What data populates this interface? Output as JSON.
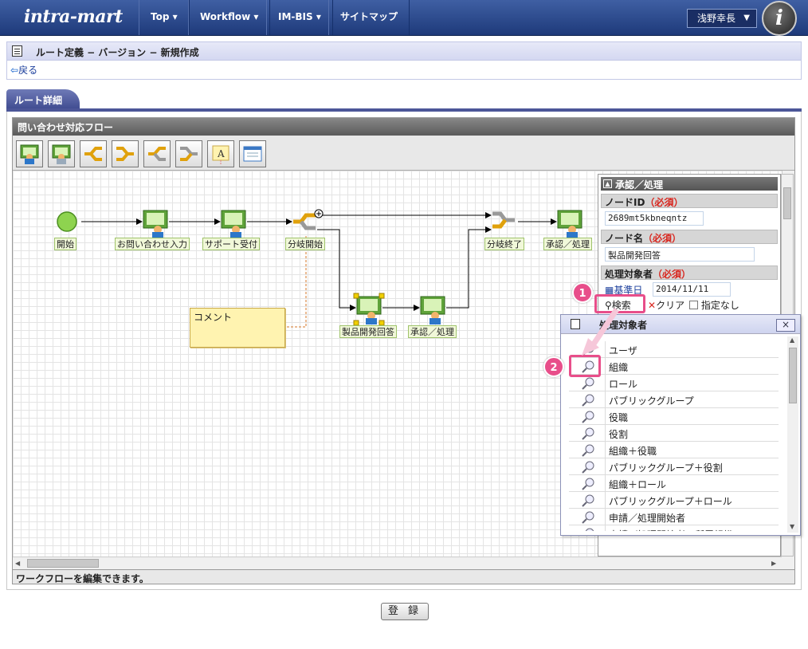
{
  "nav": {
    "logo": "intra-mart",
    "items": [
      {
        "label": "Top",
        "dropdown": true
      },
      {
        "label": "Workflow",
        "dropdown": true
      },
      {
        "label": "IM-BIS",
        "dropdown": true
      },
      {
        "label": "サイトマップ",
        "dropdown": false
      }
    ],
    "user": "浅野幸長",
    "avatar_letter": "i"
  },
  "page": {
    "title": "ルート定義 − バージョン − 新規作成",
    "back_label": "戻る",
    "tab_label": "ルート詳細"
  },
  "editor": {
    "title": "問い合わせ対応フロー",
    "status": "ワークフローを編集できます。",
    "comment": "コメント",
    "nodes": {
      "start": "開始",
      "inquiry": "お問い合わせ入力",
      "support": "サポート受付",
      "branch_start": "分岐開始",
      "branch_end": "分岐終了",
      "approve1": "承認／処理",
      "product": "製品開発回答",
      "approve2": "承認／処理"
    }
  },
  "props": {
    "header": "承認／処理",
    "node_id_label": "ノードID",
    "required": "（必須）",
    "node_id": "2689mt5kbneqntz",
    "node_name_label": "ノード名",
    "node_name": "製品開発回答",
    "target_label": "処理対象者",
    "base_date_label": "基準日",
    "base_date": "2014/11/11",
    "search": "検索",
    "clear": "クリア",
    "none": "指定なし"
  },
  "dialog": {
    "title": "処理対象者",
    "close": "×",
    "items": [
      "ユーザ",
      "組織",
      "ロール",
      "パブリックグループ",
      "役職",
      "役割",
      "組織＋役職",
      "パブリックグループ＋役割",
      "組織＋ロール",
      "パブリックグループ＋ロール",
      "申請／処理開始者",
      "申請／処理開始者の所属組織"
    ]
  },
  "badges": [
    "1",
    "2"
  ],
  "register_label": "登 録",
  "colors": {
    "nav": "#1e3a7a",
    "accent": "#e84e8a",
    "required": "#d8261e"
  }
}
